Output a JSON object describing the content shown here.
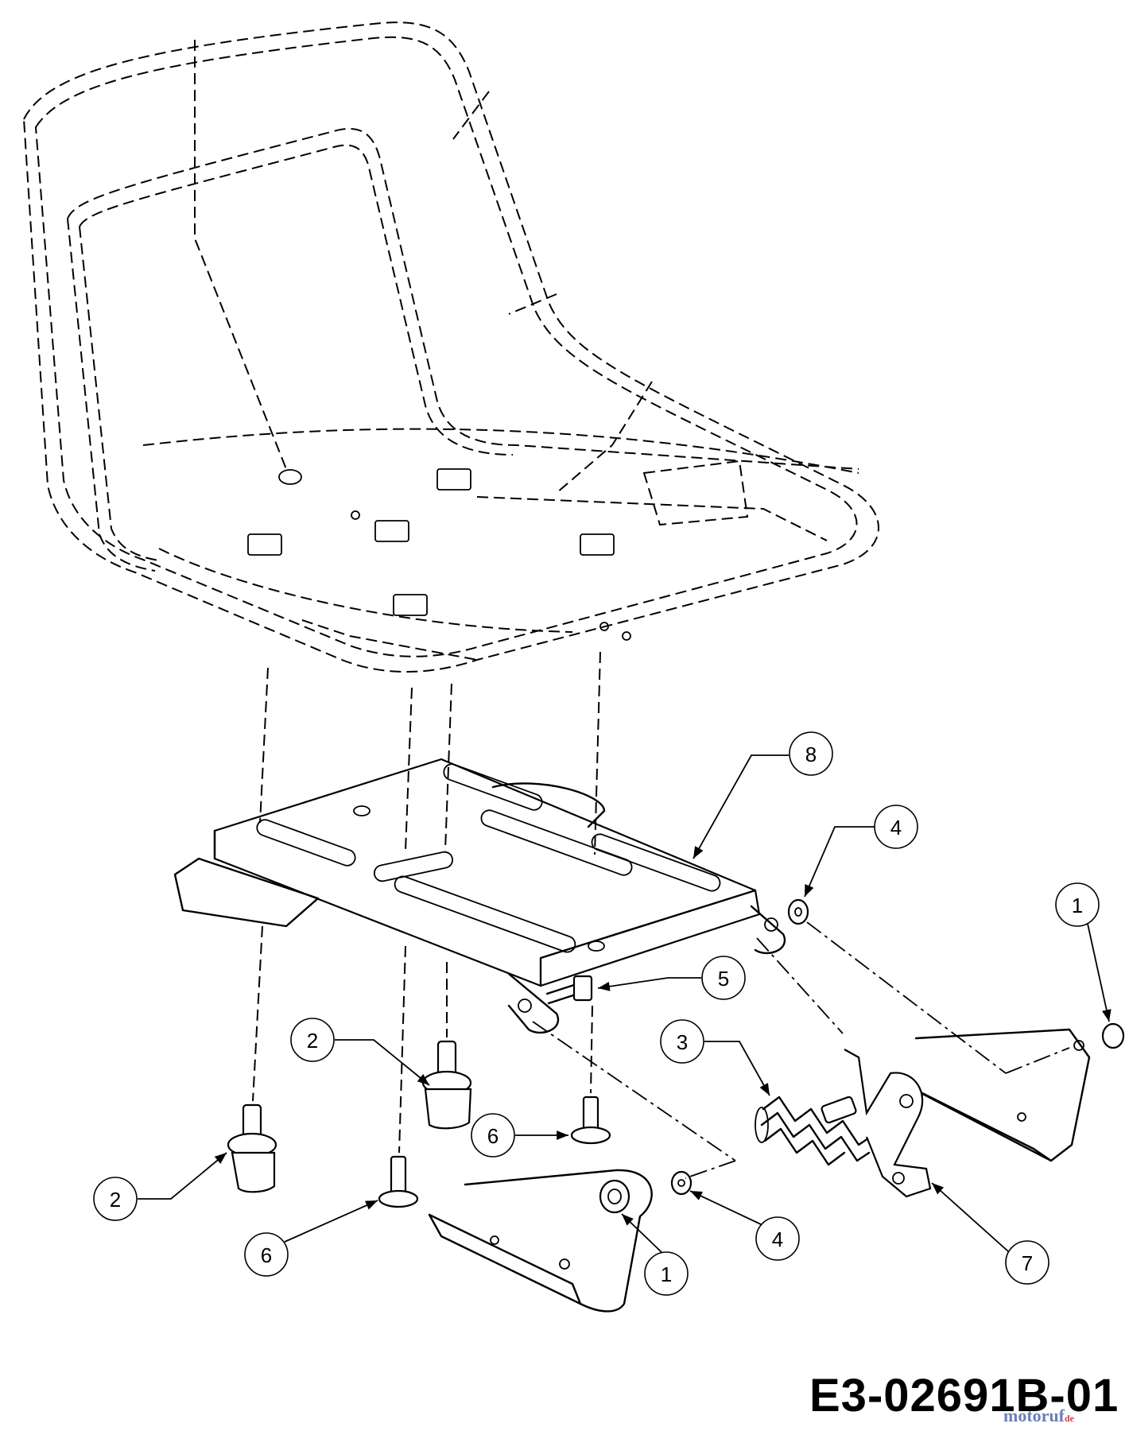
{
  "callouts": [
    {
      "label": "8"
    },
    {
      "label": "4"
    },
    {
      "label": "1"
    },
    {
      "label": "5"
    },
    {
      "label": "3"
    },
    {
      "label": "2"
    },
    {
      "label": "6"
    },
    {
      "label": "2"
    },
    {
      "label": "4"
    },
    {
      "label": "6"
    },
    {
      "label": "1"
    },
    {
      "label": "7"
    }
  ],
  "drawing_code": "E3-02691B-01",
  "watermark": {
    "brand": "motoruf",
    "tld": "de"
  }
}
